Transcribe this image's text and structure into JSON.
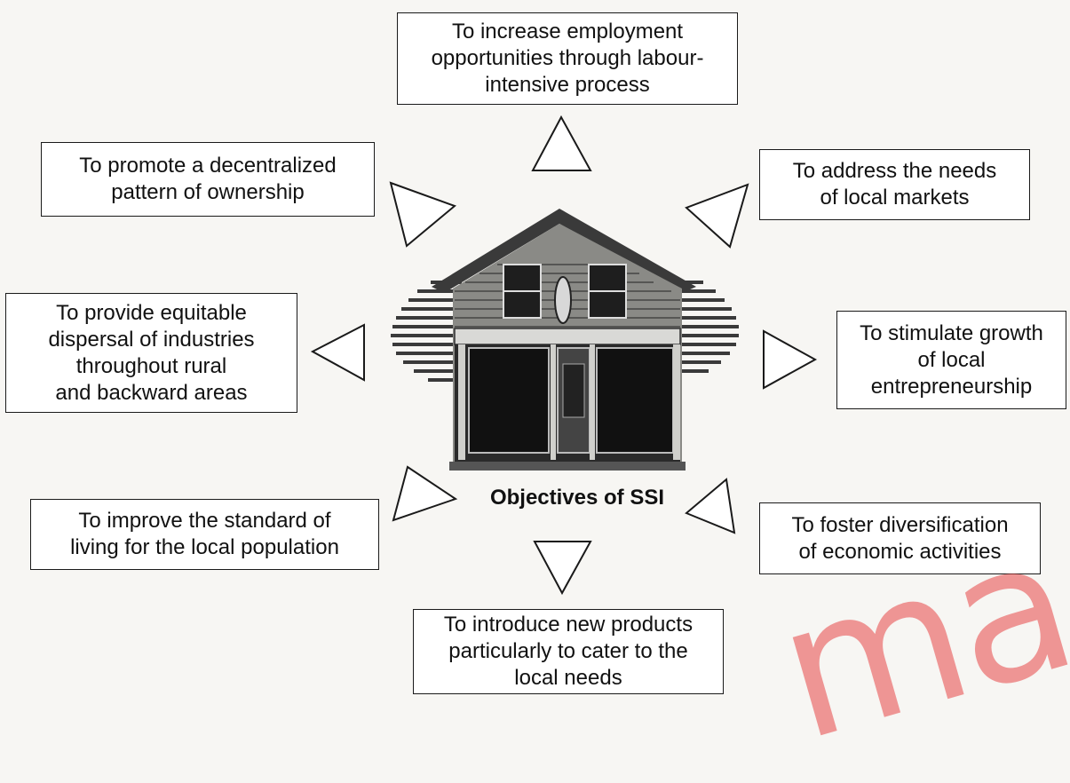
{
  "center_label": "Objectives of SSI",
  "objectives": {
    "top": "To increase employment\nopportunities through labour-\nintensive process",
    "top_left": "To promote a decentralized\npattern of ownership",
    "top_right": "To address the needs\nof local markets",
    "left": "To provide equitable\ndispersal of industries\nthroughout rural\nand backward areas",
    "right": "To stimulate growth\nof local\nentrepreneurship",
    "bottom_left": "To improve the standard of\nliving for the local population",
    "bottom_right": "To foster diversification\nof economic activities",
    "bottom": "To introduce new products\nparticularly to cater to the\nlocal needs"
  },
  "watermark_text": "ma",
  "colors": {
    "line": "#1a1a1a",
    "box_fill": "#ffffff",
    "house": "#3a3a3a",
    "watermark": "#e84646"
  },
  "icons": [
    "house-illustration",
    "arrow-triangle-icon"
  ]
}
